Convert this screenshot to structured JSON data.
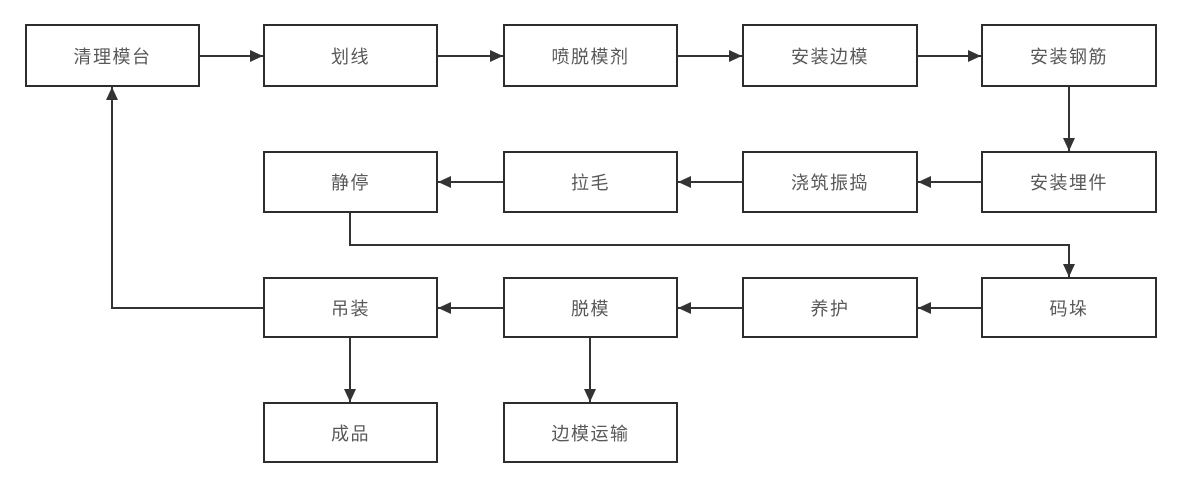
{
  "diagram": {
    "type": "flowchart",
    "nodes": {
      "clean_mold_table": {
        "label": "清理模台"
      },
      "marking": {
        "label": "划线"
      },
      "spray_release_agent": {
        "label": "喷脱模剂"
      },
      "install_side_forms": {
        "label": "安装边模"
      },
      "install_rebar": {
        "label": "安装钢筋"
      },
      "resting": {
        "label": "静停"
      },
      "roughening": {
        "label": "拉毛"
      },
      "pour_and_vibrate": {
        "label": "浇筑振捣"
      },
      "install_embedded_parts": {
        "label": "安装埋件"
      },
      "hoisting": {
        "label": "吊装"
      },
      "demolding": {
        "label": "脱模"
      },
      "curing": {
        "label": "养护"
      },
      "stacking": {
        "label": "码垛"
      },
      "finished_product": {
        "label": "成品"
      },
      "side_form_transport": {
        "label": "边模运输"
      }
    },
    "edges": [
      {
        "from": "clean_mold_table",
        "to": "marking"
      },
      {
        "from": "marking",
        "to": "spray_release_agent"
      },
      {
        "from": "spray_release_agent",
        "to": "install_side_forms"
      },
      {
        "from": "install_side_forms",
        "to": "install_rebar"
      },
      {
        "from": "install_rebar",
        "to": "install_embedded_parts"
      },
      {
        "from": "install_embedded_parts",
        "to": "pour_and_vibrate"
      },
      {
        "from": "pour_and_vibrate",
        "to": "roughening"
      },
      {
        "from": "roughening",
        "to": "resting"
      },
      {
        "from": "resting",
        "to": "stacking"
      },
      {
        "from": "stacking",
        "to": "curing"
      },
      {
        "from": "curing",
        "to": "demolding"
      },
      {
        "from": "demolding",
        "to": "hoisting"
      },
      {
        "from": "hoisting",
        "to": "clean_mold_table"
      },
      {
        "from": "hoisting",
        "to": "finished_product"
      },
      {
        "from": "demolding",
        "to": "side_form_transport"
      }
    ],
    "colors": {
      "background": "#ffffff",
      "node_fill": "#ffffff",
      "node_border": "#2d2d2d",
      "node_text": "#595959",
      "arrow": "#333333"
    }
  }
}
